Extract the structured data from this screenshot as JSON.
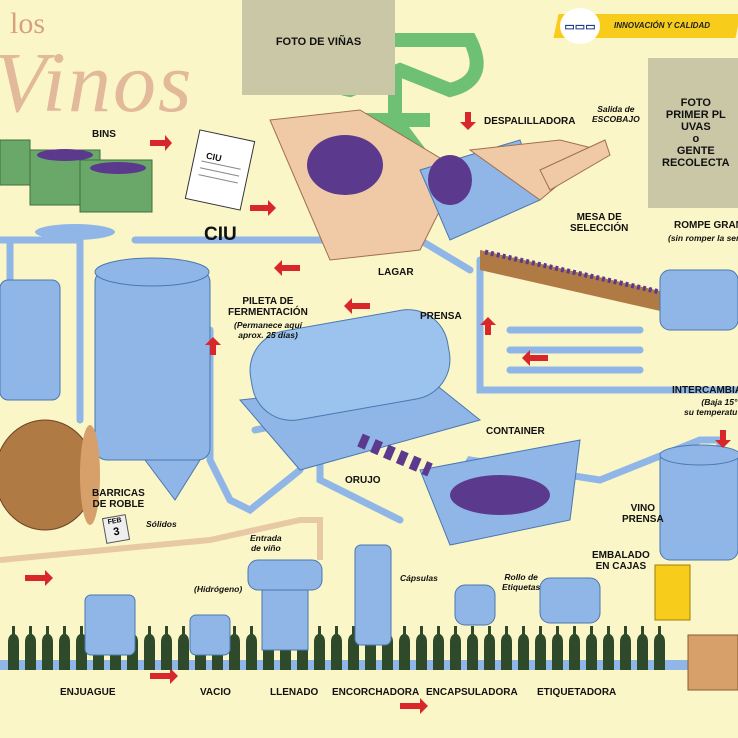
{
  "title": {
    "los": "los",
    "vinos": "Vinos"
  },
  "header": {
    "banner": "INNOVACIÓN Y CALIDAD",
    "logo_icon": "truck-boxes-icon"
  },
  "photos": {
    "top": "FOTO DE VIÑAS",
    "right": [
      "FOTO",
      "PRIMER PL",
      "UVAS",
      "o",
      "GENTE",
      "RECOLECTA"
    ]
  },
  "labels": {
    "bins": "BINS",
    "ciu": "CIU",
    "ciu_doc": "CIU",
    "despalilladora": "DESPALILLADORA",
    "salida": "Salida de",
    "escobajo": "ESCOBAJO",
    "lagar": "LAGAR",
    "mesa": [
      "MESA DE",
      "SELECCIÓN"
    ],
    "rompe": "ROMPE GRAN",
    "rompe_note": "(sin romper la sem",
    "pileta": [
      "PILETA DE",
      "FERMENTACIÓN"
    ],
    "pileta_note": [
      "(Permanece aquí",
      "aprox. 25 días)"
    ],
    "prensa": "PRENSA",
    "intercambia": "INTERCAMBIA",
    "intercambia_note": [
      "(Baja 15°",
      "su temperatu"
    ],
    "container": "CONTAINER",
    "orujo": "ORUJO",
    "barricas": [
      "BARRICAS",
      "DE ROBLE"
    ],
    "solidos": "Sólidos",
    "vino_prensa": [
      "VINO",
      "PRENSA"
    ],
    "embalado": [
      "EMBALADO",
      "EN CAJAS"
    ],
    "entrada": [
      "Entrada",
      "de viño"
    ],
    "hidrogeno": "(Hidrógeno)",
    "capsulas": "Cápsulas",
    "rollo": [
      "Rollo de",
      "Etiquetas"
    ],
    "calendar": {
      "month": "FEB",
      "day": "3"
    }
  },
  "steps": [
    "ENJUAGUE",
    "VACIO",
    "LLENADO",
    "ENCORCHADORA",
    "ENCAPSULADORA",
    "ETIQUETADORA"
  ],
  "colors": {
    "background": "#fbf6c8",
    "steel": "#8fb6e6",
    "arrow": "#d8262a",
    "grape": "#5b3a8e",
    "photo": "#c9c7a6",
    "banner": "#f8cc1a",
    "bottle": "#2f4a2a",
    "bin": "#6aa86a",
    "wood": "#b07a45"
  }
}
